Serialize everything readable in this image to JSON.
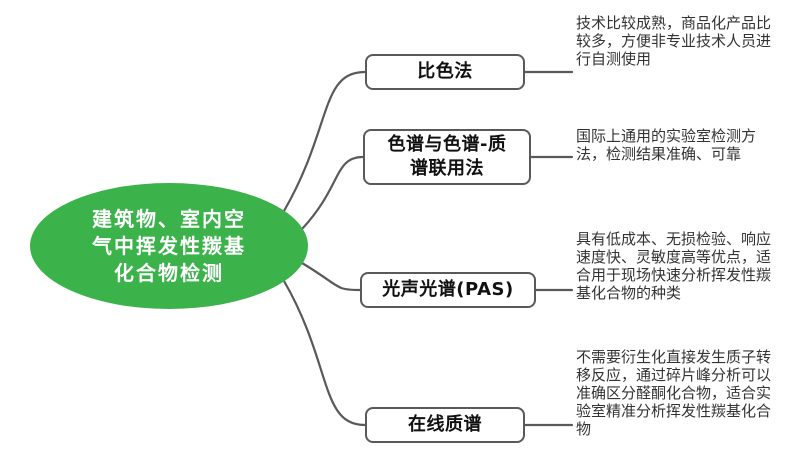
{
  "root": {
    "label": "建筑物、室内空\n气中挥发性羰基\n化合物检测"
  },
  "branches": [
    {
      "label": "比色法",
      "description": "技术比较成熟，商品化产品比较多，方便非专业技术人员进行自测使用"
    },
    {
      "label": "色谱与色谱-质\n谱联用法",
      "description": "国际上通用的实验室检测方法，检测结果准确、可靠"
    },
    {
      "label": "光声光谱(PAS)",
      "description": "具有低成本、无损检验、响应速度快、灵敏度高等优点，适合用于现场快速分析挥发性羰基化合物的种类"
    },
    {
      "label": "在线质谱",
      "description": "不需要衍生化直接发生质子转移反应，通过碎片峰分析可以准确区分醛酮化合物，适合实验室精准分析挥发性羰基化合物"
    }
  ],
  "style": {
    "root_fill": "#3bb24a",
    "root_text": "#ffffff",
    "line_color": "#595959",
    "box_border": "#595959",
    "desc_text": "#333333",
    "background": "#ffffff"
  }
}
